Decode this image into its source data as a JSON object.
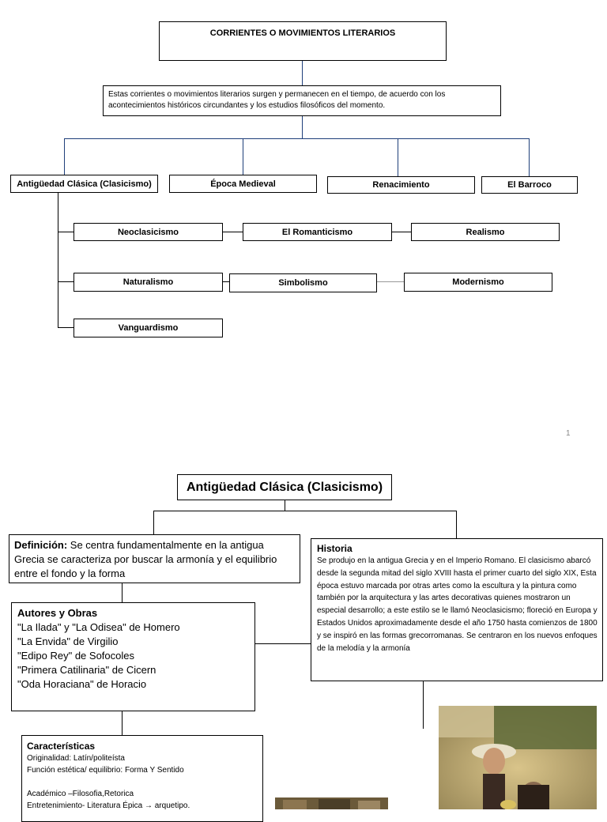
{
  "page1": {
    "title": "CORRIENTES O MOVIMIENTOS LITERARIOS",
    "intro": "Estas corrientes o movimientos literarios surgen y permanecen en el tiempo, de acuerdo con los acontecimientos históricos circundantes y los estudios filosóficos del momento.",
    "eras": [
      "Antigüedad Clásica (Clasicismo)",
      "Época Medieval",
      "Renacimiento",
      "El Barroco"
    ],
    "movements_row1": [
      "Neoclasicismo",
      "El Romanticismo",
      "Realismo"
    ],
    "movements_row2": [
      "Naturalismo",
      "Simbolismo",
      "Modernismo"
    ],
    "movements_row3": [
      "Vanguardismo"
    ],
    "page_number": "1"
  },
  "page2": {
    "title": "Antigüedad Clásica (Clasicismo)",
    "definicion_label": "Definición:",
    "definicion_text": " Se centra fundamentalmente en la antigua Grecia se caracteriza por buscar la armonía y el equilibrio entre el fondo y la forma",
    "historia_title": "Historia",
    "historia_text": "Se produjo en la antigua Grecia y en el Imperio Romano. El clasicismo abarcó desde la segunda mitad del siglo XVIII hasta el primer cuarto del siglo XIX,   Esta época estuvo marcada por otras artes como la escultura y la pintura como también por la arquitectura y las artes decorativas quienes mostraron un especial desarrollo; a este estilo se le llamó Neoclasicismo; floreció en Europa y Estados Unidos aproximadamente desde el año 1750 hasta comienzos de 1800 y se inspiró en las formas grecorromanas. Se centraron en los nuevos enfoques de la melodía y la armonía",
    "autores_title": "Autores y Obras",
    "autores": [
      " \"La Ilada\" y \"La Odisea\" de Homero",
      "\"La Envida\" de Virgilio",
      "\"Edipo Rey\" de Sofocoles",
      "\"Primera Catilinaria\" de Cicern",
      "\"Oda Horaciana\" de Horacio"
    ],
    "caracteristicas_title": "Características",
    "caracteristicas": [
      "Originalidad: Latín/politeísta",
      "Función estética/ equilibrio: Forma Y Sentido",
      "",
      "Académico –Filosofia,Retorica",
      "Entretenimiento- Literatura Épica → arquetipo."
    ]
  }
}
